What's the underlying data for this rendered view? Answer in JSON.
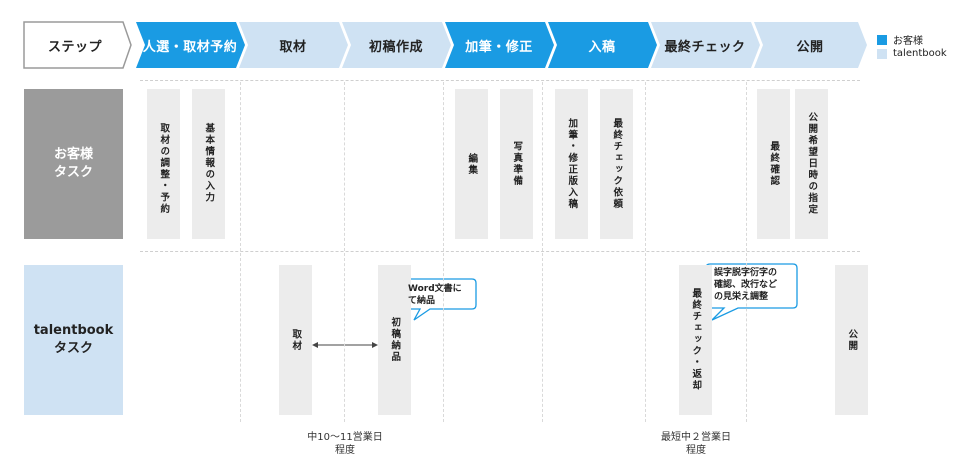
{
  "steps": [
    {
      "label": "ステップ",
      "kind": "header"
    },
    {
      "label": "人選・取材予約",
      "kind": "customer"
    },
    {
      "label": "取材",
      "kind": "talentbook"
    },
    {
      "label": "初稿作成",
      "kind": "talentbook"
    },
    {
      "label": "加筆・修正",
      "kind": "customer"
    },
    {
      "label": "入稿",
      "kind": "customer"
    },
    {
      "label": "最終チェック",
      "kind": "talentbook"
    },
    {
      "label": "公開",
      "kind": "talentbook"
    }
  ],
  "legend": {
    "customer": {
      "label": "お客様",
      "color": "#1a9be3"
    },
    "talentbook": {
      "label": "talentbook",
      "color": "#cfe2f3"
    }
  },
  "colors": {
    "header_stroke": "#9a9a9a",
    "lane_customer": "#9b9b9b",
    "lane_talentbook": "#cfe2f3",
    "task": "#ececec",
    "bubble_stroke": "#1a9be3"
  },
  "lanes": {
    "customer": {
      "line1": "お客様",
      "line2": "タスク"
    },
    "talentbook": {
      "line1": "talentbook",
      "line2": "タスク"
    }
  },
  "customer_tasks": [
    "取材の調整・予約",
    "基本情報の入力",
    "編集",
    "写真準備",
    "加筆・修正版入稿",
    "最終チェック依頼",
    "最終確認",
    "公開希望日時の指定"
  ],
  "talentbook_tasks": [
    "取材",
    "初稿納品",
    "最終チェック・返却",
    "公開"
  ],
  "callouts": {
    "word": {
      "line1": "Word文書に",
      "line2": "て納品"
    },
    "check": {
      "line1": "誤字脱字衍字の",
      "line2": "確認、改行など",
      "line3": "の見栄え調整"
    }
  },
  "durations": {
    "first": {
      "line1": "中10〜11営業日",
      "line2": "程度"
    },
    "second": {
      "line1": "最短中２営業日",
      "line2": "程度"
    }
  }
}
